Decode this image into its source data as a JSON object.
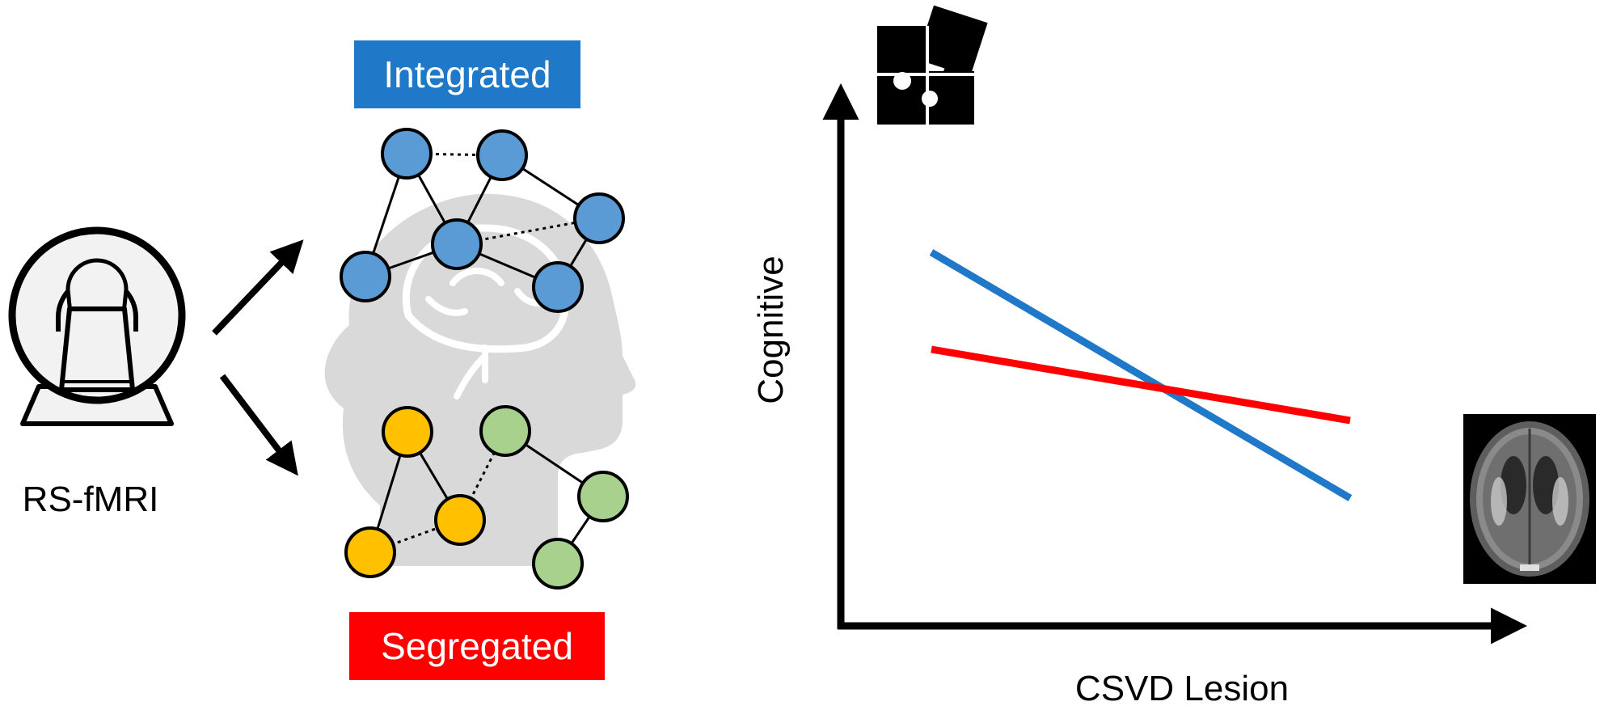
{
  "colors": {
    "integrated": "#1f78c8",
    "segregated": "#ff0000",
    "node_blue": "#5b9bd5",
    "node_yellow": "#ffc000",
    "node_green": "#a9d18e",
    "head": "#d9d9d9",
    "line_blue": "#1f78c8",
    "line_red": "#ff0000"
  },
  "labels": {
    "mri": "RS-fMRI",
    "integrated": "Integrated",
    "segregated": "Segregated",
    "y_axis": "Cognitive",
    "x_axis": "CSVD Lesion"
  },
  "icons": {
    "scanner": "mri-scanner-icon",
    "puzzle": "puzzle-icon",
    "brain_scan": "brain-mri-image",
    "head": "head-brain-silhouette"
  }
}
